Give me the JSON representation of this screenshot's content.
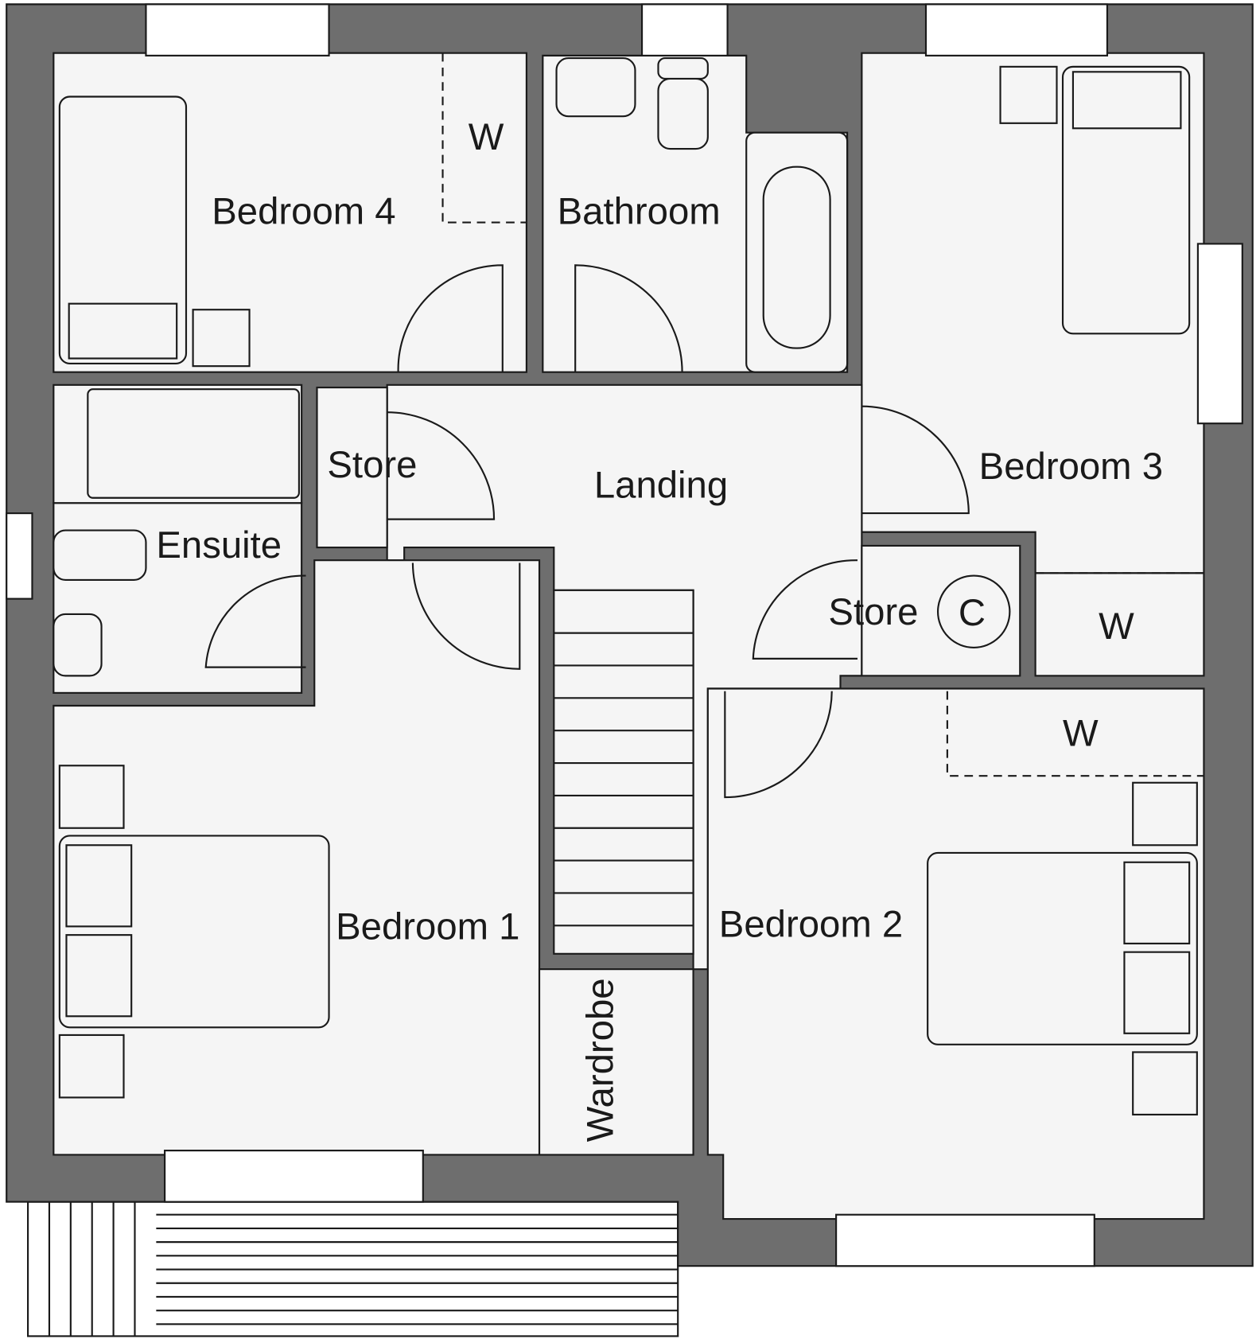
{
  "plan": {
    "wall_color": "#6e6e6e",
    "floor_color": "#f5f5f5",
    "rooms": {
      "bedroom4": "Bedroom 4",
      "bathroom": "Bathroom",
      "bedroom3": "Bedroom 3",
      "store_left": "Store",
      "landing": "Landing",
      "ensuite": "Ensuite",
      "store_right": "Store",
      "cylinder": "C",
      "bedroom1": "Bedroom 1",
      "bedroom2": "Bedroom 2",
      "wardrobe": "Wardrobe",
      "w_bed4": "W",
      "w_right_upper": "W",
      "w_right_lower": "W"
    }
  }
}
